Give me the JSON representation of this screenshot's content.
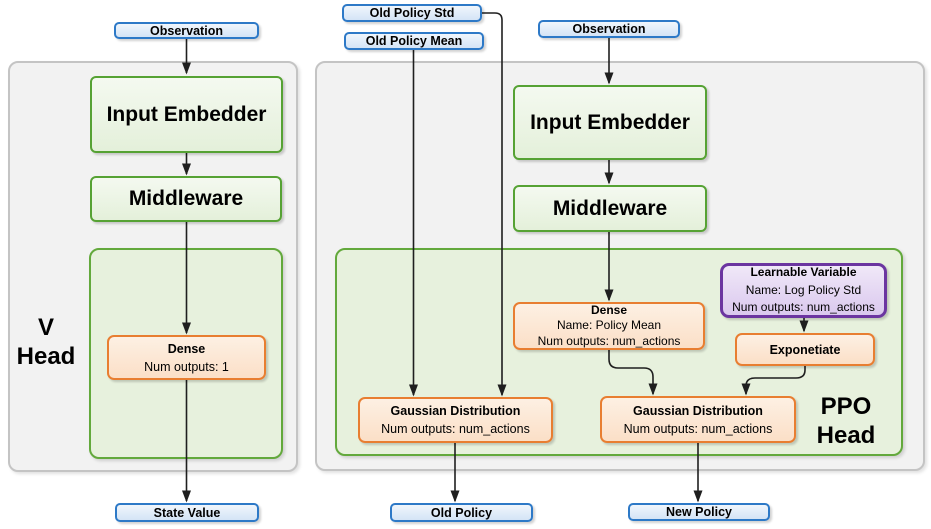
{
  "colors": {
    "blue_border": "#2d79c7",
    "blue_fill": "#d9e8f8",
    "green_border": "#56a234",
    "green_box_fill": "#e9f3e0",
    "green_container_fill": "#e7f1dd",
    "orange_border": "#e87e31",
    "orange_fill": "#fbe3cd",
    "purple_border": "#6b35a0",
    "purple_fill": "#e0cff0",
    "panel_fill": "#f2f2f2",
    "arrow": "#1f1f1f"
  },
  "v_head": {
    "label_line1": "V",
    "label_line2": "Head",
    "observation_label": "Observation",
    "input_embedder_label": "Input Embedder",
    "middleware_label": "Middleware",
    "dense_title": "Dense",
    "dense_outputs": "Num outputs: 1",
    "output_label": "State Value"
  },
  "ppo_head": {
    "label_line1": "PPO",
    "label_line2": "Head",
    "old_policy_std_label": "Old Policy Std",
    "old_policy_mean_label": "Old Policy Mean",
    "observation_label": "Observation",
    "input_embedder_label": "Input Embedder",
    "middleware_label": "Middleware",
    "dense_title": "Dense",
    "dense_name": "Name: Policy Mean",
    "dense_outputs": "Num outputs: num_actions",
    "learnable_title": "Learnable Variable",
    "learnable_name": "Name: Log Policy Std",
    "learnable_outputs": "Num outputs: num_actions",
    "exponetiate_label": "Exponetiate",
    "gaussian_old_title": "Gaussian Distribution",
    "gaussian_old_outputs": "Num outputs: num_actions",
    "gaussian_new_title": "Gaussian Distribution",
    "gaussian_new_outputs": "Num outputs: num_actions",
    "old_policy_output_label": "Old Policy",
    "new_policy_output_label": "New Policy"
  }
}
